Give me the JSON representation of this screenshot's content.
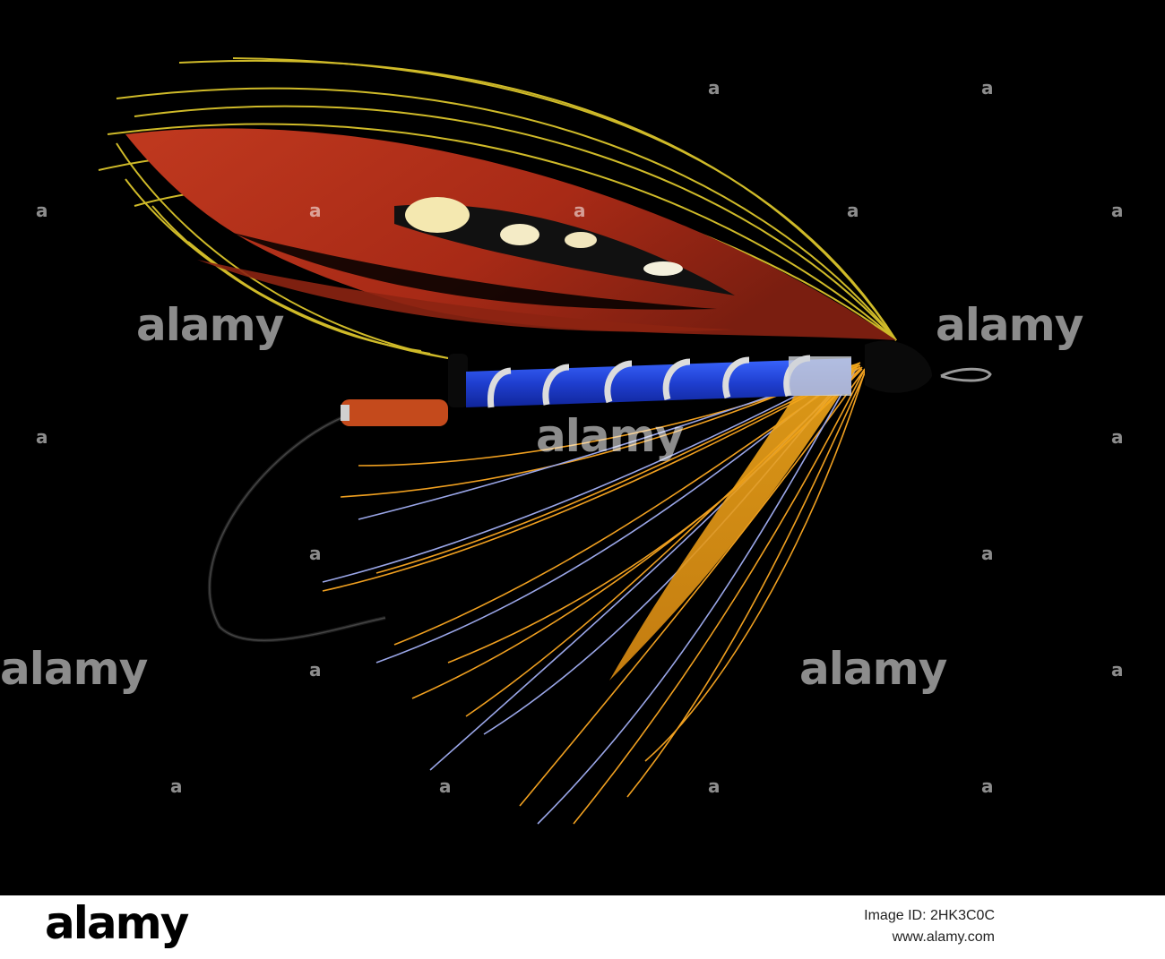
{
  "watermark": {
    "brand": "alamy",
    "mark": "a"
  },
  "footer": {
    "logo": "alamy",
    "image_id": "Image ID: 2HK3C0C",
    "url": "www.alamy.com"
  },
  "colors": {
    "background": "#000000",
    "footer_background": "#ffffff",
    "feather_yellow": "#e6cf2e",
    "feather_red": "#b8331c",
    "hackle_orange": "#f0a020",
    "hackle_blue": "#9aa6e8",
    "body_blue": "#1f3fd0",
    "tinsel_silver": "#d9d9d9"
  }
}
